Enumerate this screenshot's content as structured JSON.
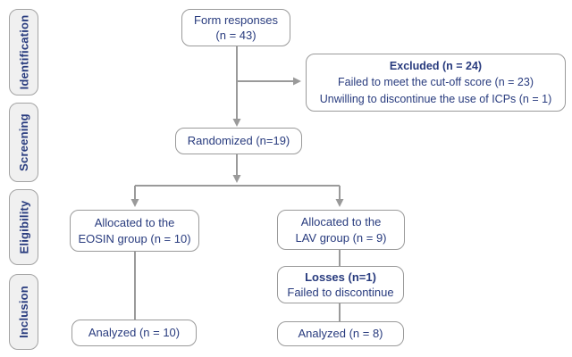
{
  "figure": {
    "type": "consort-flow-diagram"
  },
  "colors": {
    "text_navy": "#283b7e",
    "line_gray": "#9a9a9a",
    "box_border": "#9a9a9a",
    "sidebar_fill": "#f0f0f0",
    "background": "#ffffff"
  },
  "stages": [
    {
      "label": "Identification"
    },
    {
      "label": "Screening"
    },
    {
      "label": "Eligibility"
    },
    {
      "label": "Inclusion"
    }
  ],
  "boxes": {
    "form_responses": {
      "line1": "Form responses",
      "line2": "(n = 43)"
    },
    "excluded": {
      "title": "Excluded (n = 24)",
      "line1": "Failed to meet the cut-off score (n = 23)",
      "line2": "Unwilling to discontinue the use of ICPs (n = 1)"
    },
    "randomized": {
      "line1": "Randomized (n=19)"
    },
    "allocated_eosin": {
      "line1": "Allocated to the",
      "line2": "EOSIN group (n = 10)"
    },
    "allocated_lav": {
      "line1": "Allocated to the",
      "line2": "LAV group (n = 9)"
    },
    "losses": {
      "title": "Losses (n=1)",
      "line1": "Failed to discontinue"
    },
    "analyzed_eosin": {
      "line1": "Analyzed (n = 10)"
    },
    "analyzed_lav": {
      "line1": "Analyzed (n = 8)"
    }
  }
}
